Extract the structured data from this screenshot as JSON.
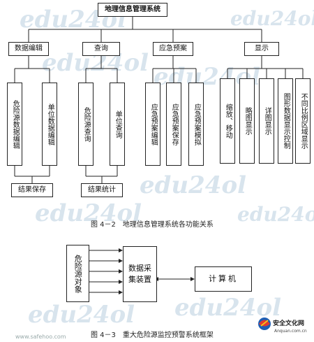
{
  "diagram1": {
    "root": "地理信息管理系统",
    "groups": [
      {
        "label": "数据编辑",
        "children": [
          "危险源数据编辑",
          "单位数据编辑"
        ]
      },
      {
        "label": "查询",
        "children": [
          "危险源查询",
          "单位查询"
        ]
      },
      {
        "label": "应急预案",
        "children": [
          "应急预案编辑",
          "应急预案保存",
          "应急预案模拟"
        ]
      },
      {
        "label": "显示",
        "children": [
          "缩放、移动",
          "略图显示",
          "详图显示",
          "图形数据显示控制",
          "不同比例区域显示"
        ]
      }
    ],
    "bottom_boxes": [
      "结果保存",
      "结果统计"
    ],
    "caption": "图 4－2　地理信息管理系统各功能关系"
  },
  "diagram2": {
    "source": "危险源对象",
    "collector": "数据采集装置",
    "computer": "计算机",
    "caption": "图 4－3　重大危险源监控预警系统框架"
  },
  "watermarks": {
    "brand": "edu24ol",
    "site_url": "www.safehoo.com",
    "logo_title": "安全文化网",
    "logo_url": "Anquan.com.cn"
  }
}
